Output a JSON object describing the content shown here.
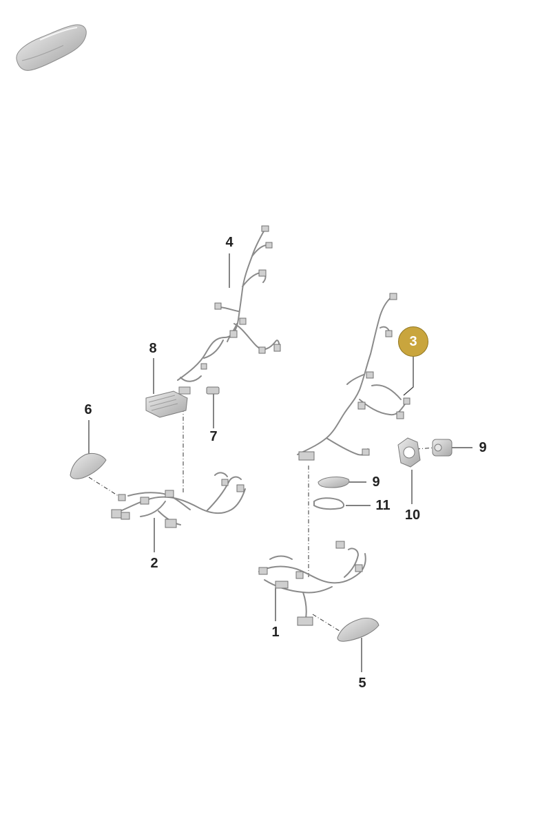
{
  "callouts": {
    "part_1": "1",
    "part_2": "2",
    "part_3": "3",
    "part_4": "4",
    "part_5": "5",
    "part_6": "6",
    "part_7": "7",
    "part_8": "8",
    "part_9_upper": "9",
    "part_9_lower": "9",
    "part_10": "10",
    "part_11": "11"
  },
  "colors": {
    "highlight": "#c9a53d",
    "line": "#333333",
    "part_stroke": "#8a8a8a",
    "part_fill": "#d4d4d4"
  },
  "icons": {
    "vehicle_thumbnail": "car-silhouette-icon"
  }
}
